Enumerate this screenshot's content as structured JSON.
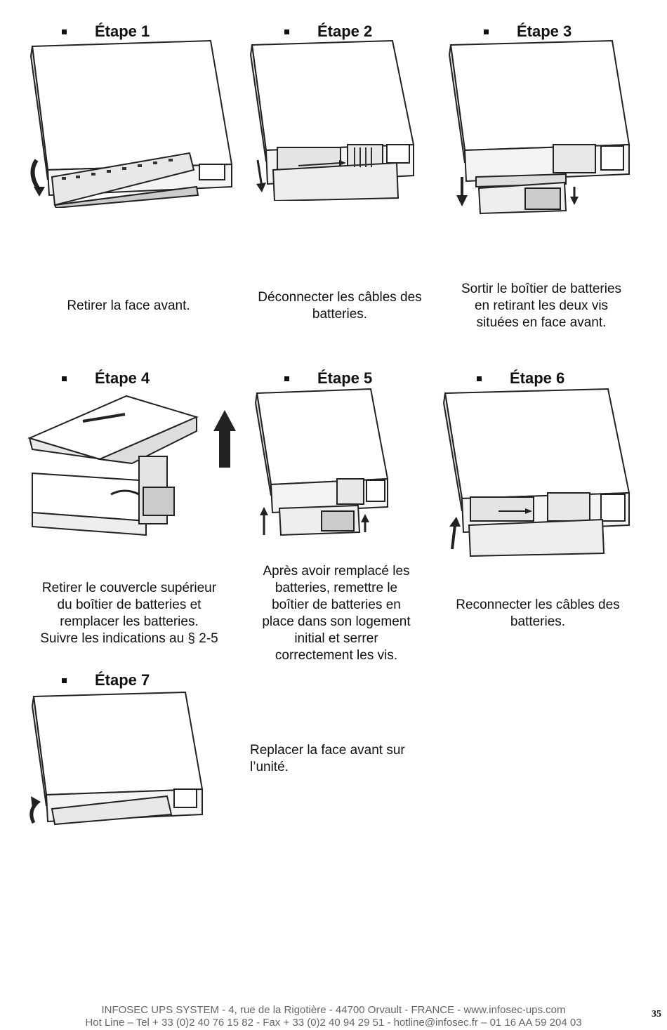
{
  "steps": [
    {
      "label": "Étape 1",
      "caption": [
        "Retirer la face avant."
      ]
    },
    {
      "label": "Étape 2",
      "caption": [
        "Déconnecter les câbles des",
        "batteries."
      ]
    },
    {
      "label": "Étape 3",
      "caption": [
        "Sortir le boîtier de batteries",
        "en retirant les deux vis",
        "situées en face avant."
      ]
    },
    {
      "label": "Étape 4",
      "caption": [
        "Retirer le couvercle supérieur",
        "du boîtier de batteries et",
        "remplacer les batteries.",
        "Suivre les indications au § 2-5"
      ]
    },
    {
      "label": "Étape 5",
      "caption": [
        "Après avoir remplacé les",
        "batteries, remettre le",
        "boîtier de batteries en",
        "place dans son logement",
        "initial et serrer",
        "correctement les vis."
      ]
    },
    {
      "label": "Étape 6",
      "caption": [
        "Reconnecter les câbles des",
        "batteries."
      ]
    },
    {
      "label": "Étape 7",
      "caption": [
        "Replacer la face avant sur",
        "l’unité."
      ]
    }
  ],
  "footer": {
    "line1": "INFOSEC UPS SYSTEM - 4, rue de la Rigotière - 44700 Orvault - FRANCE -  www.infosec-ups.com",
    "line2": "Hot Line – Tel + 33 (0)2 40 76 15 82 - Fax + 33 (0)2 40 94 29 51 - hotline@infosec.fr – 01 16 AA 59 204 03"
  },
  "page_number": "35"
}
